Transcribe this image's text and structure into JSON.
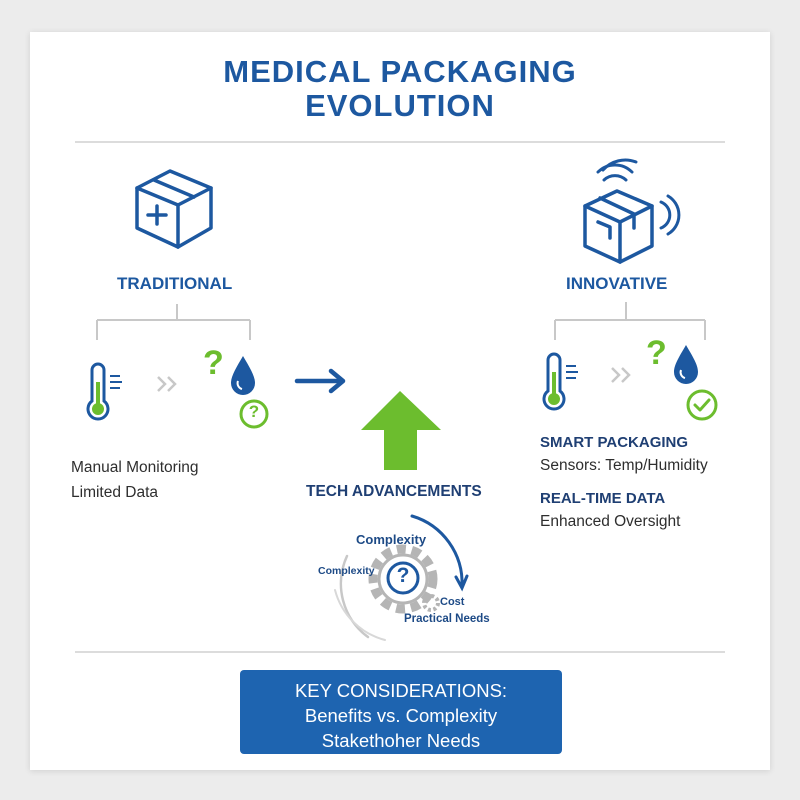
{
  "title": {
    "line1": "MEDICAL PACKAGING",
    "line2": "EVOLUTION"
  },
  "traditional": {
    "heading": "TRADITIONAL",
    "line1": "Manual Monitoring",
    "line2": "Limited Data",
    "icons": [
      "box-plus-icon",
      "thermometer-icon",
      "double-chevron-icon",
      "question-mark-icon",
      "water-drop-icon",
      "question-circle-icon"
    ]
  },
  "tech": {
    "heading": "TECH ADVANCEMENTS",
    "label_complexity_top": "Complexity",
    "label_complexity_left": "Complexity",
    "label_cost": "Cost",
    "label_practical": "Practical Needs",
    "icons": [
      "right-arrow-icon",
      "up-arrow-icon",
      "gear-icon",
      "question-circle-icon"
    ]
  },
  "innovative": {
    "heading": "INNOVATIVE",
    "smart_title": "SMART PACKAGING",
    "smart_detail": "Sensors: Temp/Humidity",
    "realtime_title": "REAL-TIME DATA",
    "realtime_detail": "Enhanced Oversight",
    "icons": [
      "smart-box-icon",
      "wifi-signal-icon",
      "thermometer-icon",
      "double-chevron-icon",
      "question-mark-icon",
      "water-drop-icon",
      "check-circle-icon"
    ]
  },
  "key": {
    "line1": "KEY CONSIDERATIONS:",
    "line2": "Benefits vs. Complexity",
    "line3": "Stakethoher Needs"
  },
  "colors": {
    "primary_blue": "#1d58a0",
    "accent_green": "#6cbd2e",
    "box_blue": "#1e64b0",
    "gray": "#c8c8c8"
  }
}
